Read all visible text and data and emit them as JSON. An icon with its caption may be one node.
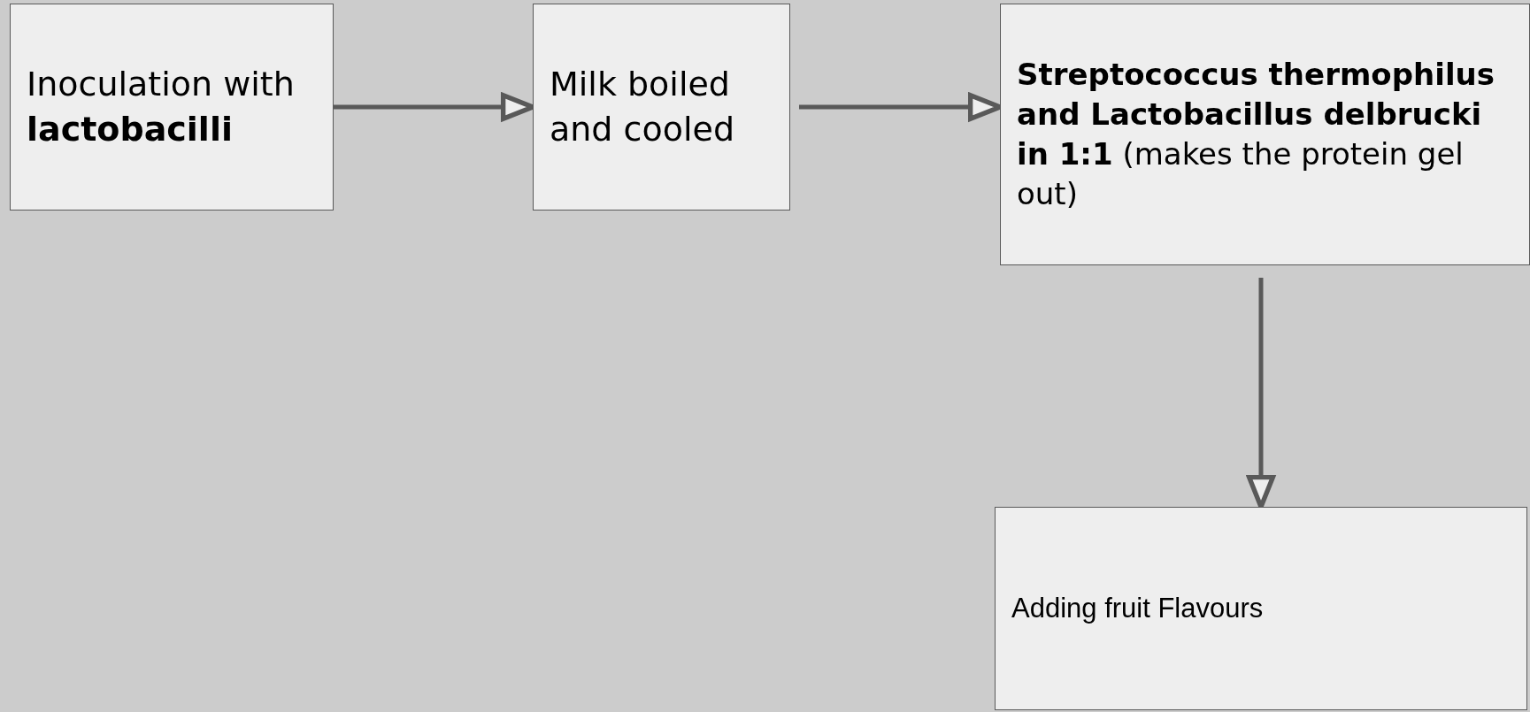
{
  "diagram": {
    "nodes": [
      {
        "text": [
          "Inoculation with **lactobacilli**"
        ]
      },
      {
        "text": [
          "Milk boiled and cooled"
        ]
      },
      {
        "text": [
          "**Streptococcus thermophilus and Lactobacillus delbrucki in 1:1** (makes the protein gel out)"
        ]
      },
      {
        "text": [
          "Adding fruit Flavours"
        ]
      }
    ],
    "edges": [
      {
        "from": 0,
        "to": 1,
        "arrow": "to"
      },
      {
        "from": 1,
        "to": 2,
        "arrow": "to"
      },
      {
        "from": 2,
        "to": 3,
        "arrow": "to"
      }
    ]
  }
}
